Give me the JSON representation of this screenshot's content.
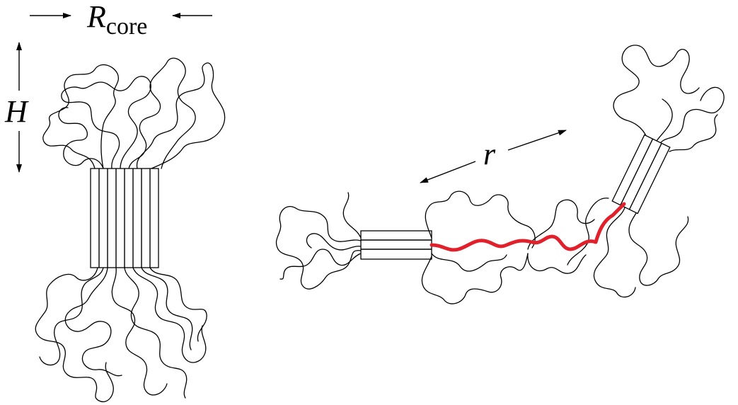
{
  "labels": {
    "r_core_symbol": "R",
    "r_core_subscript": "core",
    "height_symbol": "H",
    "distance_symbol": "r"
  },
  "colors": {
    "bridge": "#e0202a",
    "lines": "#000000",
    "background": "#ffffff"
  }
}
